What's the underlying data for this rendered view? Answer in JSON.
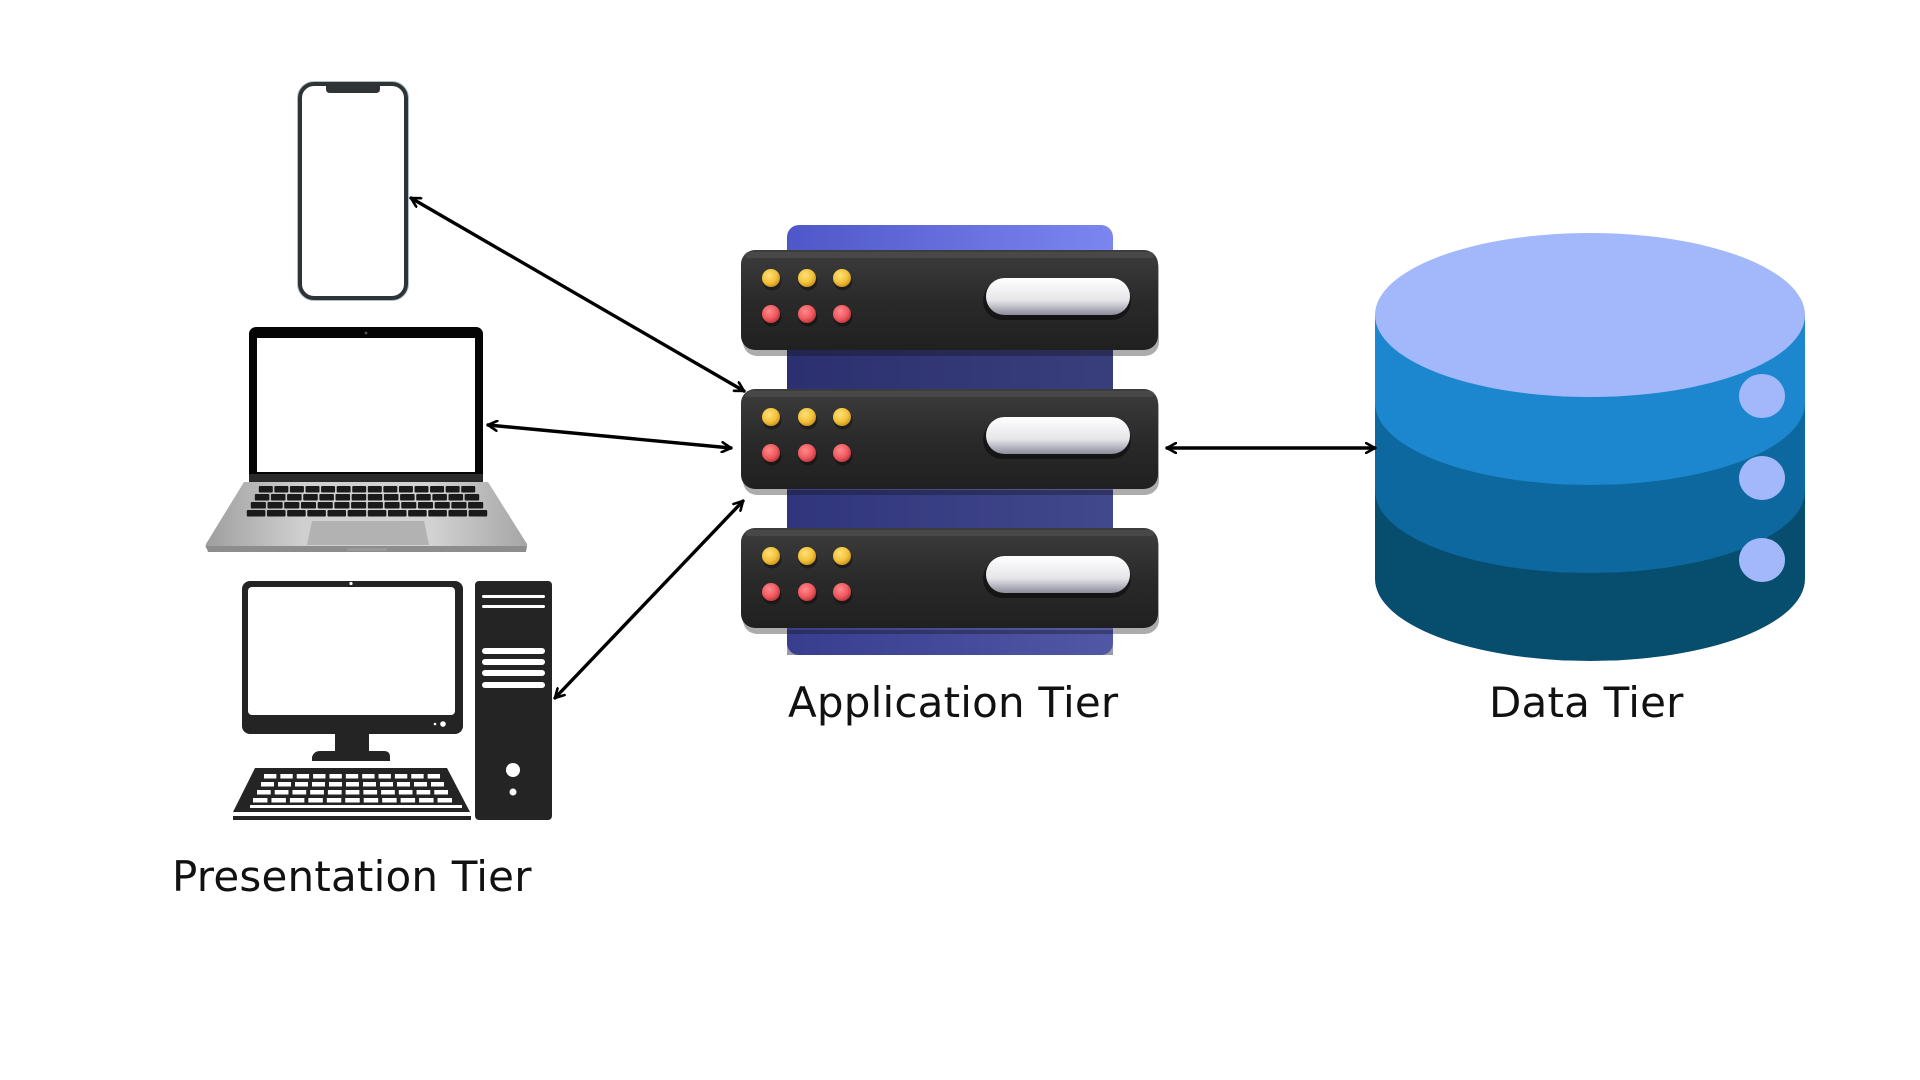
{
  "diagram": {
    "type": "three-tier-architecture",
    "tiers": [
      {
        "id": "presentation",
        "label": "Presentation Tier",
        "devices": [
          "smartphone",
          "laptop",
          "desktop-computer"
        ]
      },
      {
        "id": "application",
        "label": "Application Tier",
        "devices": [
          "server-rack"
        ]
      },
      {
        "id": "data",
        "label": "Data Tier",
        "devices": [
          "database"
        ]
      }
    ],
    "connections": [
      {
        "from": "smartphone",
        "to": "server-rack",
        "direction": "bidirectional"
      },
      {
        "from": "laptop",
        "to": "server-rack",
        "direction": "bidirectional"
      },
      {
        "from": "desktop-computer",
        "to": "server-rack",
        "direction": "bidirectional"
      },
      {
        "from": "server-rack",
        "to": "database",
        "direction": "bidirectional"
      }
    ],
    "server_units": 3,
    "database_layers": 3
  },
  "colors": {
    "background": "#ffffff",
    "arrow": "#000000",
    "server_body": "#2b2b2b",
    "server_backing": "#5b63d6",
    "server_light_yellow": "#f2c23a",
    "server_light_red": "#ef5a5f",
    "server_pill": "#eeeeee",
    "db_top": "#a3b8fa",
    "db_band_1": "#1c87ce",
    "db_band_2": "#0c689f",
    "db_band_3": "#074d6e",
    "db_indicator": "#a3b8fa",
    "device_dark": "#222222",
    "laptop_base": "#bdbdbd"
  }
}
